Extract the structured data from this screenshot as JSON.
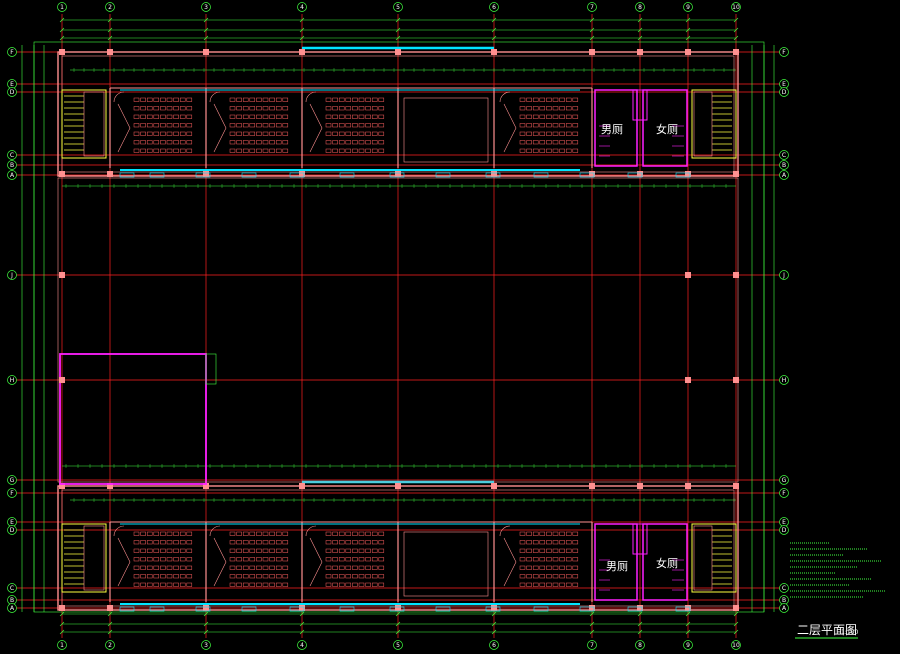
{
  "drawing": {
    "title": "二层平面图",
    "scale": "1:100",
    "background": "#000000",
    "colors": {
      "grid": "#ff2020",
      "dim": "#40ff40",
      "wall": "#ff9090",
      "window": "#00e5ff",
      "toilet": "#ff20ff",
      "stair": "#ffff40",
      "seats": "#ff6060",
      "text": "#ffffff"
    }
  },
  "axes": {
    "columns": [
      "1",
      "2",
      "3",
      "4",
      "5",
      "6",
      "7",
      "8",
      "9",
      "10"
    ],
    "rows_north": [
      "F",
      "E",
      "D",
      "C",
      "B",
      "A"
    ],
    "rows_middle": [
      "J",
      "H"
    ],
    "rows_south": [
      "G",
      "F",
      "E",
      "D",
      "C",
      "B",
      "A"
    ]
  },
  "rooms": {
    "male_toilet": "男厕",
    "female_toilet": "女厕"
  }
}
